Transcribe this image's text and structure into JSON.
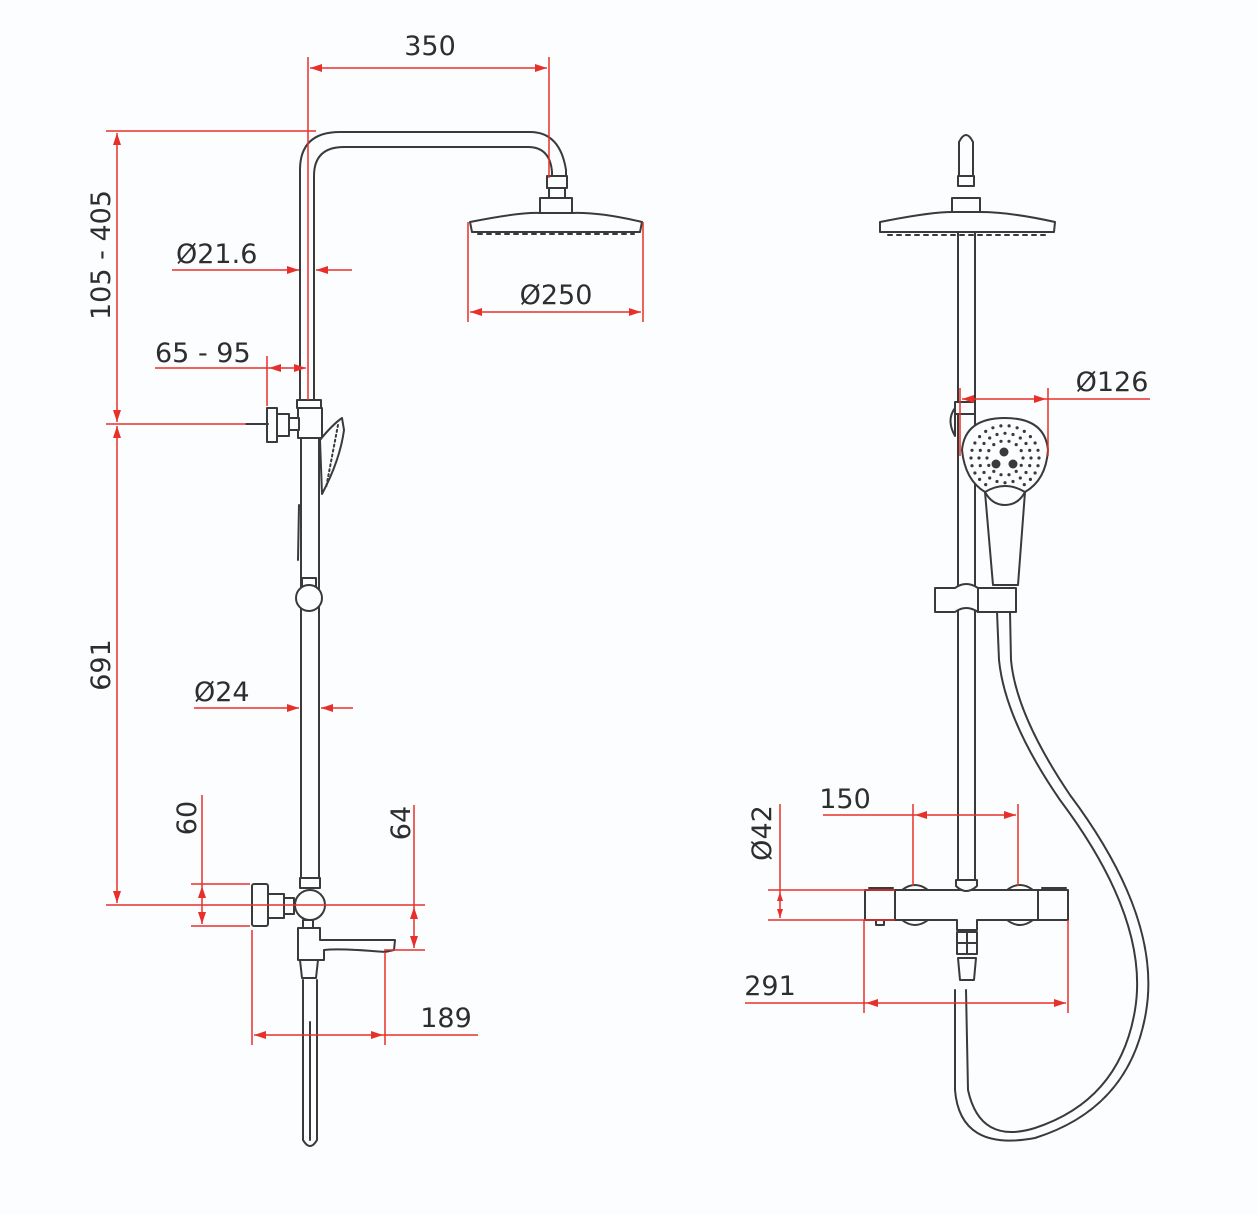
{
  "drawing": {
    "subject": "Shower column with overhead shower head, hand shower and bath mixer",
    "units": "mm",
    "colors": {
      "dimension": "#e8302a",
      "outline": "#3a3a3a",
      "background": "#fbfdfe"
    },
    "side_view": {
      "dimensions": {
        "arm_reach": "350",
        "height_adjust": "105 - 405",
        "upper_pipe_diameter": "Ø21.6",
        "overhead_diameter": "Ø250",
        "wall_offset": "65 - 95",
        "rail_height": "691",
        "lower_pipe_diameter": "Ø24",
        "inlet_height": "60",
        "spout_drop": "64",
        "spout_projection": "189"
      }
    },
    "front_view": {
      "dimensions": {
        "hand_shower_diameter": "Ø126",
        "inlet_centers": "150",
        "mixer_body_diameter": "Ø42",
        "mixer_width": "291"
      }
    }
  }
}
